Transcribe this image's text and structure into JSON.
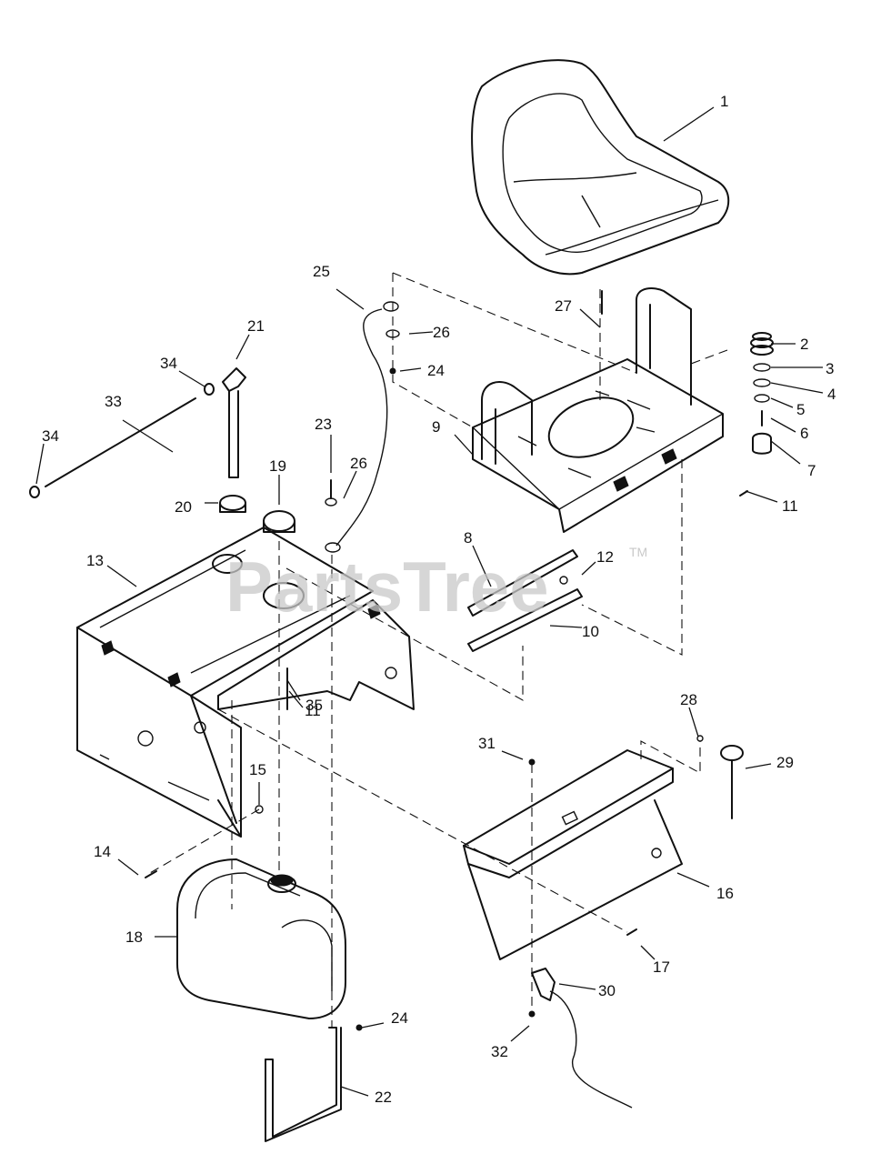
{
  "watermark": {
    "text": "PartsTree",
    "mark": "TM"
  },
  "callouts": [
    {
      "id": "c1",
      "label": "1"
    },
    {
      "id": "c2",
      "label": "2"
    },
    {
      "id": "c3",
      "label": "3"
    },
    {
      "id": "c4",
      "label": "4"
    },
    {
      "id": "c5",
      "label": "5"
    },
    {
      "id": "c6",
      "label": "6"
    },
    {
      "id": "c7",
      "label": "7"
    },
    {
      "id": "c8",
      "label": "8"
    },
    {
      "id": "c9",
      "label": "9"
    },
    {
      "id": "c10",
      "label": "10"
    },
    {
      "id": "c11a",
      "label": "11"
    },
    {
      "id": "c11b",
      "label": "11"
    },
    {
      "id": "c12",
      "label": "12"
    },
    {
      "id": "c13",
      "label": "13"
    },
    {
      "id": "c14",
      "label": "14"
    },
    {
      "id": "c15",
      "label": "15"
    },
    {
      "id": "c16",
      "label": "16"
    },
    {
      "id": "c17",
      "label": "17"
    },
    {
      "id": "c18",
      "label": "18"
    },
    {
      "id": "c19",
      "label": "19"
    },
    {
      "id": "c20",
      "label": "20"
    },
    {
      "id": "c21",
      "label": "21"
    },
    {
      "id": "c22",
      "label": "22"
    },
    {
      "id": "c23",
      "label": "23"
    },
    {
      "id": "c24a",
      "label": "24"
    },
    {
      "id": "c24b",
      "label": "24"
    },
    {
      "id": "c25",
      "label": "25"
    },
    {
      "id": "c26a",
      "label": "26"
    },
    {
      "id": "c26b",
      "label": "26"
    },
    {
      "id": "c27",
      "label": "27"
    },
    {
      "id": "c28",
      "label": "28"
    },
    {
      "id": "c29",
      "label": "29"
    },
    {
      "id": "c30",
      "label": "30"
    },
    {
      "id": "c31",
      "label": "31"
    },
    {
      "id": "c32",
      "label": "32"
    },
    {
      "id": "c33",
      "label": "33"
    },
    {
      "id": "c34a",
      "label": "34"
    },
    {
      "id": "c34b",
      "label": "34"
    },
    {
      "id": "c35",
      "label": "35"
    }
  ]
}
